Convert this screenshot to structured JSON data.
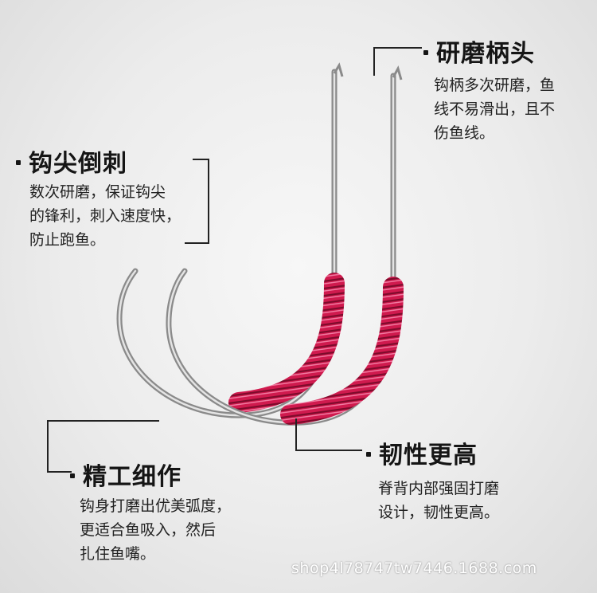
{
  "callouts": {
    "shank": {
      "title": "研磨柄头",
      "body": "钩柄多次研磨，鱼\n线不易滑出，且不\n伤鱼线。"
    },
    "point": {
      "title": "钩尖倒刺",
      "body": "数次研磨，保证钩尖\n的锋利，刺入速度快，\n防止跑鱼。"
    },
    "bend": {
      "title": "精工细作",
      "body": "钩身打磨出优美弧度，\n更适合鱼吸入，然后\n扎住鱼嘴。"
    },
    "toughness": {
      "title": "韧性更高",
      "body": "脊背内部强固打磨\n设计，韧性更高。"
    }
  },
  "watermark": "shop4l78747tw7446.1688.com",
  "colors": {
    "wrap": "#d01a4e",
    "wrap_dark": "#8a0d30",
    "hook_steel": "#b9b9b9",
    "text": "#151515"
  }
}
